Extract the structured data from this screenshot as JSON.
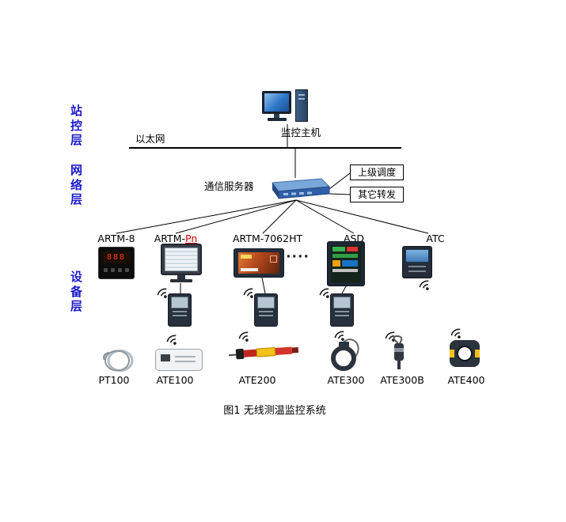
{
  "page": {
    "caption": "图1 无线测温监控系统"
  },
  "layers": {
    "station": "站控层",
    "network": "网络层",
    "device": "设备层"
  },
  "host": {
    "label": "监控主机"
  },
  "network": {
    "ethernet_label": "以太网",
    "server_label": "通信服务器",
    "uplink_top": "上级调度",
    "uplink_bottom": "其它转发"
  },
  "devices": {
    "artm8": {
      "label": "ARTM-8",
      "display": "888"
    },
    "artmpn": {
      "prefix": "ARTM-",
      "suffix": "Pn"
    },
    "artm7062": {
      "label": "ARTM-7062HT"
    },
    "ellipsis": "····",
    "asd": {
      "label": "ASD"
    },
    "atc": {
      "label": "ATC"
    }
  },
  "sensors": {
    "pt100": {
      "label": "PT100"
    },
    "ate100": {
      "label": "ATE100"
    },
    "ate200": {
      "label": "ATE200"
    },
    "ate300": {
      "label": "ATE300"
    },
    "ate300b": {
      "label": "ATE300B"
    },
    "ate400": {
      "label": "ATE400"
    }
  },
  "colors": {
    "layer_label": "#1a1acc",
    "link_red": "#cc0000",
    "line": "#000000",
    "server_blue": "#2f5fa8"
  }
}
